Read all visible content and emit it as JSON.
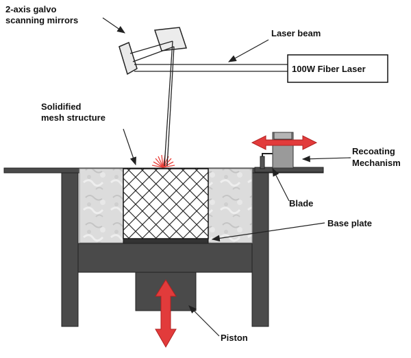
{
  "labels": {
    "galvo_line1": "2-axis galvo",
    "galvo_line2": "scanning mirrors",
    "laser_beam": "Laser beam",
    "fiber_laser": "100W Fiber Laser",
    "solidified_line1": "Solidified",
    "solidified_line2": "mesh structure",
    "recoating_line1": "Recoating",
    "recoating_line2": "Mechanism",
    "blade": "Blade",
    "base_plate": "Base plate",
    "piston": "Piston"
  },
  "colors": {
    "frame": "#4a4a4a",
    "frame_dark": "#3a3a3a",
    "powder": "#d8d8d8",
    "arrow_red": "#e23b3b",
    "spark_red": "#e8403a",
    "outline": "#222222"
  }
}
